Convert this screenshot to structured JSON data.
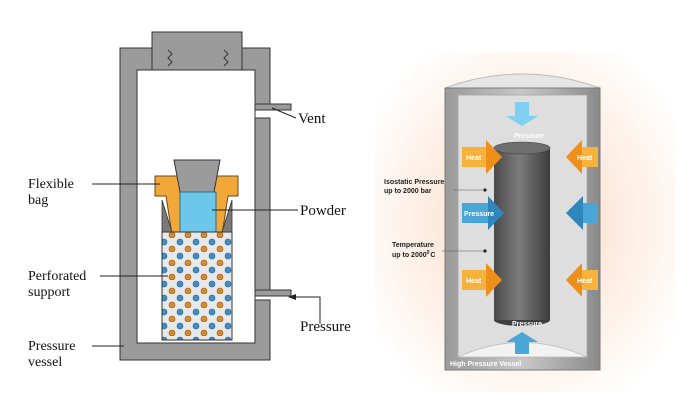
{
  "left_diagram": {
    "labels": {
      "vent": "Vent",
      "flexible_bag_1": "Flexible",
      "flexible_bag_2": "bag",
      "powder": "Powder",
      "perforated_1": "Perforated",
      "perforated_2": "support",
      "pressure": "Pressure",
      "vessel_1": "Pressure",
      "vessel_2": "vessel"
    }
  },
  "right_diagram": {
    "labels": {
      "pressure_top": "Pressure",
      "pressure_bottom": "Pressure",
      "pressure_left": "Pressure",
      "heat": "Heat",
      "isostatic_1": "Isostatic Pressure",
      "isostatic_2": "up to 2000 bar",
      "temperature_1": "Temperature",
      "temperature_2": "up to 2000",
      "temperature_sup": "0",
      "temperature_unit": "C",
      "vessel": "High Pressure Vessel"
    },
    "colors": {
      "pressure_arrow": "#4aa6d6",
      "heat_arrow": "#f39c1e",
      "vessel_wall": "#8c8c8c",
      "cylinder": "#5a5a5a"
    }
  }
}
